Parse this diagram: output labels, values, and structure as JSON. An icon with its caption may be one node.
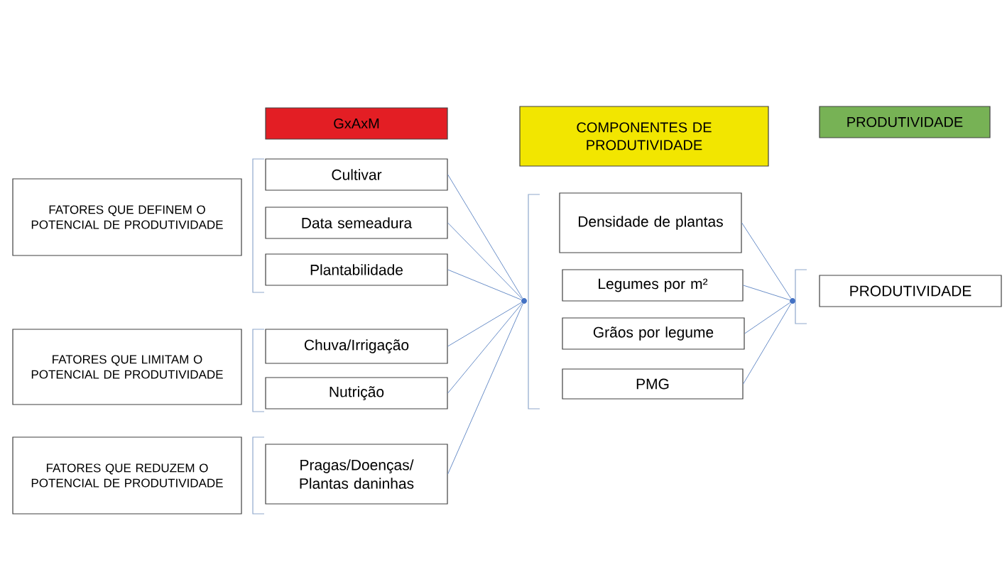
{
  "diagram": {
    "nodes": [
      {
        "text": [
          "GxAxM"
        ]
      },
      {
        "text": [
          "COMPONENTES DE PRODUTIVIDADE"
        ]
      },
      {
        "text": [
          "PRODUTIVIDADE"
        ]
      },
      {
        "text": [
          "FATORES QUE DEFINEM O POTENCIAL DE PRODUTIVIDADE"
        ]
      },
      {
        "text": [
          "Cultivar"
        ]
      },
      {
        "text": [
          "Data semeadura"
        ]
      },
      {
        "text": [
          "Plantabilidade"
        ]
      },
      {
        "text": [
          "FATORES QUE LIMITAM O POTENCIAL DE PRODUTIVIDADE"
        ]
      },
      {
        "text": [
          "Chuva/Irrigação"
        ]
      },
      {
        "text": [
          "Nutrição"
        ]
      },
      {
        "text": [
          "FATORES QUE REDUZEM O POTENCIAL DE PRODUTIVIDADE"
        ]
      },
      {
        "text": [
          "Pragas/Doenças/ Plantas daninhas"
        ]
      },
      {
        "text": [],
        "shape": "circle"
      },
      {
        "text": [
          "Densidade de plantas"
        ]
      },
      {
        "text": [
          "Legumes por m²"
        ]
      },
      {
        "text": [
          "Grãos por legume"
        ]
      },
      {
        "text": [
          "PMG"
        ]
      },
      {
        "text": [],
        "shape": "circle"
      },
      {
        "text": [
          "PRODUTIVIDADE"
        ]
      }
    ],
    "edges": [
      {
        "from": 4,
        "to": 12,
        "arrow": "none"
      },
      {
        "from": 5,
        "to": 12,
        "arrow": "none"
      },
      {
        "from": 6,
        "to": 12,
        "arrow": "none"
      },
      {
        "from": 8,
        "to": 12,
        "arrow": "none"
      },
      {
        "from": 9,
        "to": 12,
        "arrow": "none"
      },
      {
        "from": 11,
        "to": 12,
        "arrow": "none"
      },
      {
        "from": 13,
        "to": 17,
        "arrow": "none"
      },
      {
        "from": 14,
        "to": 17,
        "arrow": "none"
      },
      {
        "from": 15,
        "to": 17,
        "arrow": "none"
      },
      {
        "from": 16,
        "to": 17,
        "arrow": "none"
      }
    ]
  }
}
